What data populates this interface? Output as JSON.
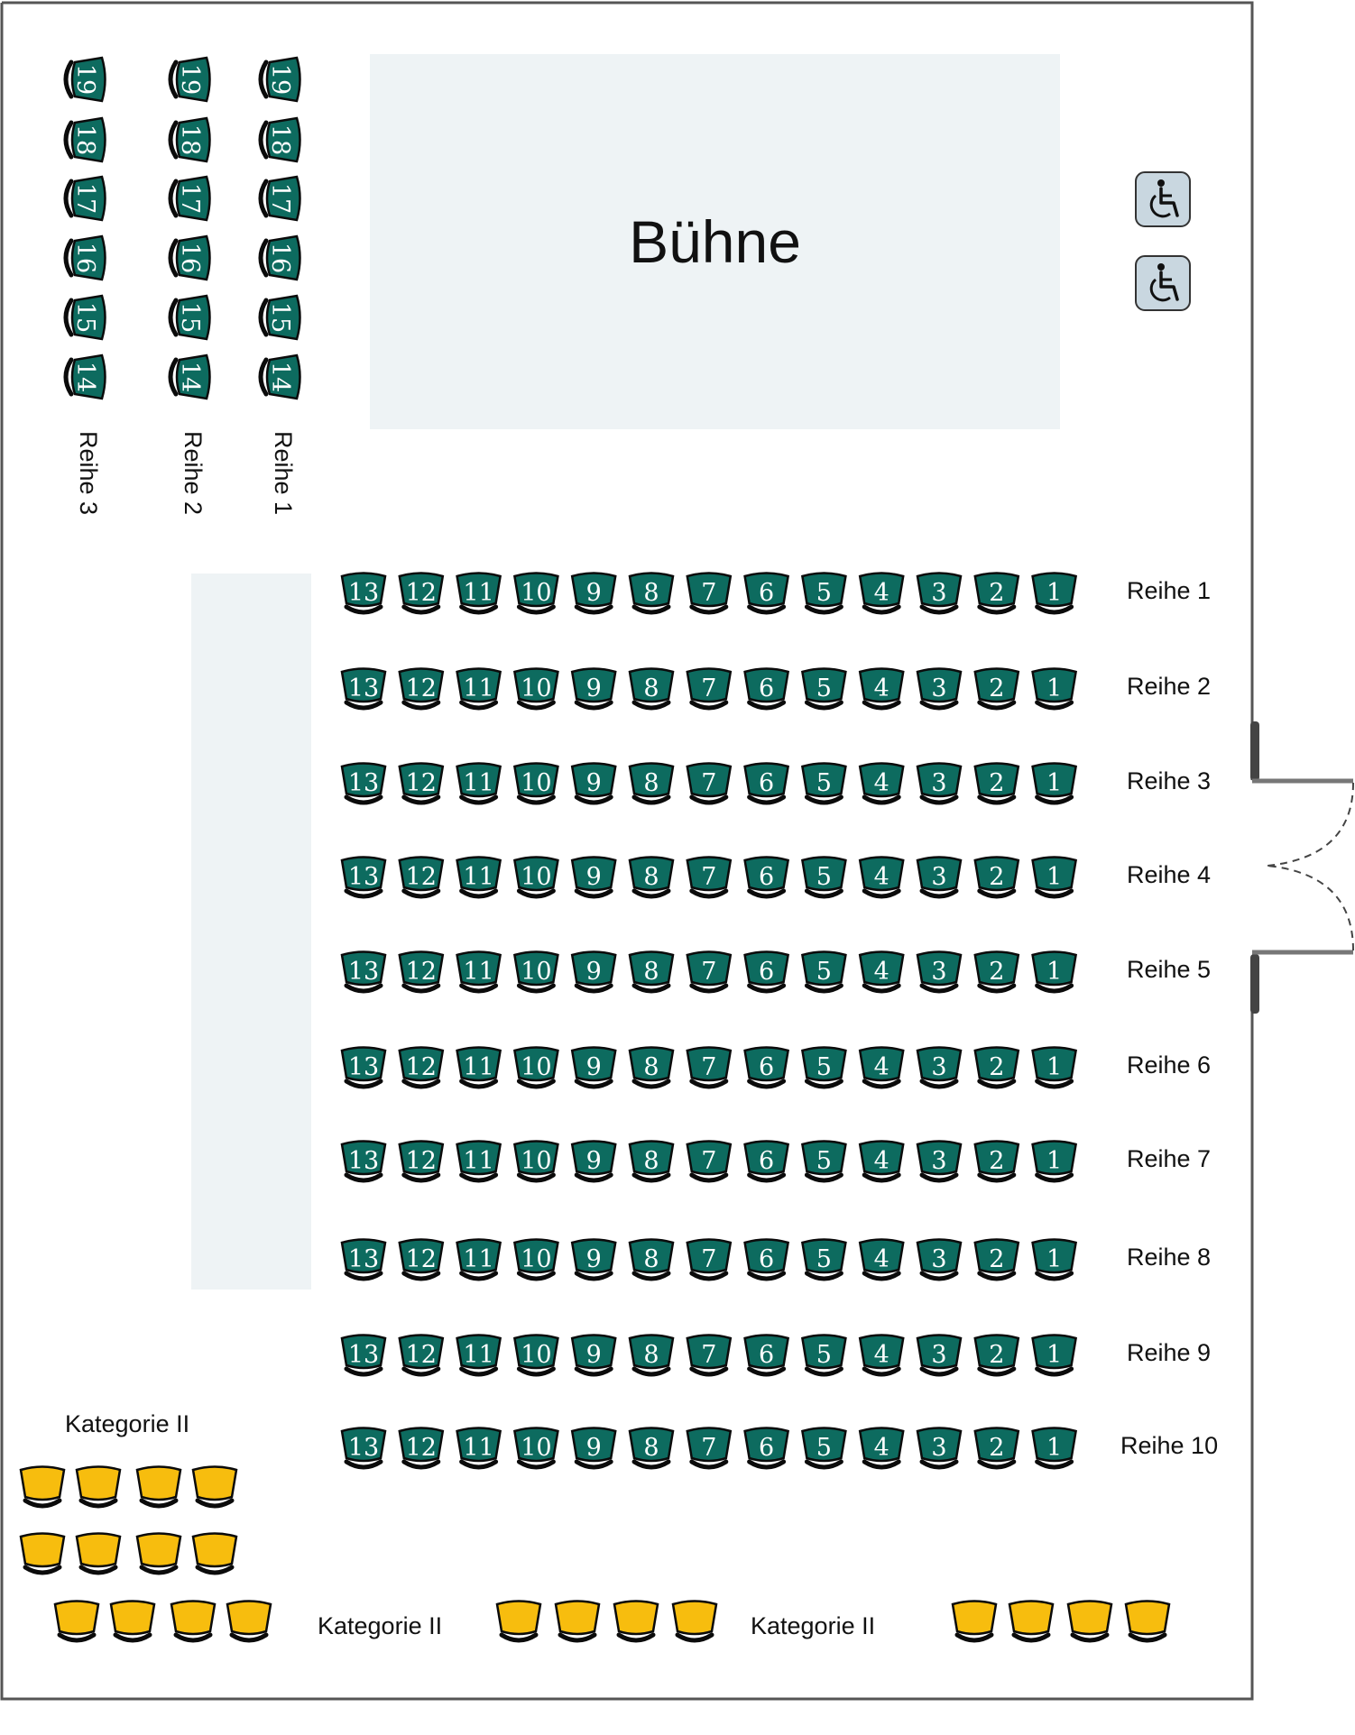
{
  "stage": {
    "label": "Bühne"
  },
  "accessibility": {
    "icon": "wheelchair-icon",
    "count": 2
  },
  "colors": {
    "seat_cat1": "#0d6b5f",
    "seat_cat2": "#f7bd0e",
    "seat_outline": "#0b0b0b",
    "stage_fill": "#eef3f5",
    "aisle_fill": "#eef3f5",
    "wall": "#555555",
    "wheelchair_bg": "#c9d7e0"
  },
  "main_block": {
    "seat_numbers": [
      13,
      12,
      11,
      10,
      9,
      8,
      7,
      6,
      5,
      4,
      3,
      2,
      1
    ],
    "rows": [
      "Reihe 1",
      "Reihe 2",
      "Reihe 3",
      "Reihe 4",
      "Reihe 5",
      "Reihe 6",
      "Reihe 7",
      "Reihe 8",
      "Reihe 9",
      "Reihe 10"
    ]
  },
  "side_block": {
    "seat_numbers": [
      19,
      18,
      17,
      16,
      15,
      14
    ],
    "columns": [
      "Reihe 3",
      "Reihe 2",
      "Reihe 1"
    ]
  },
  "category2": {
    "label": "Kategorie II",
    "groups": [
      {
        "label": "Kategorie II",
        "seats": 4
      },
      {
        "label": "Kategorie II",
        "seats": 4
      },
      {
        "label": "Kategorie II",
        "seats": 4
      },
      {
        "label": "Kategorie II",
        "seats": 4
      },
      {
        "label": "Kategorie II",
        "seats": 4
      }
    ]
  }
}
